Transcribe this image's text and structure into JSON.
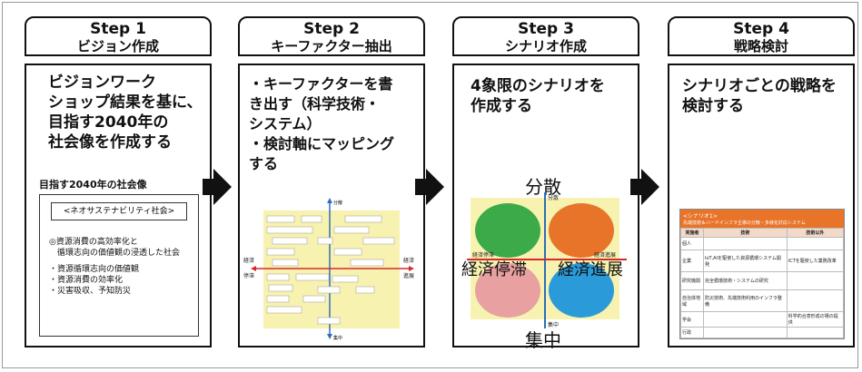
{
  "steps": [
    {
      "title": "Step 1",
      "subtitle": "ビジョン作成"
    },
    {
      "title": "Step 2",
      "subtitle": "キーファクター抽出"
    },
    {
      "title": "Step 3",
      "subtitle": "シナリオ作成"
    },
    {
      "title": "Step 4",
      "subtitle": "戦略検討"
    }
  ],
  "step1": {
    "lines": [
      "ビジョンワーク",
      "ショップ結果を基に、",
      "目指す2040年の",
      "社会像を作成する"
    ],
    "vision_title": "目指す2040年の社会像",
    "vision_box_label": "<ネオサステナビリティ社会>",
    "items": [
      "◎資源消費の高効率化と",
      "　循環志向の価値観の浸透した社会",
      "・資源循環志向の価値観",
      "・資源消費の効率化",
      "・災害吸収、予知防災"
    ]
  },
  "step2": {
    "lines": [
      "・キーファクターを書",
      "き出す（科学技術・",
      "システム）",
      "・検討軸にマッピング",
      "する"
    ],
    "axis_top": "分散",
    "axis_bottom": "集中",
    "axis_left": "経済\n停滞",
    "axis_right": "経済\n進展"
  },
  "step3": {
    "lines": [
      "4象限のシナリオを",
      "作成する"
    ],
    "axis_top": "分散",
    "axis_bottom": "集中",
    "axis_left": "経済停滞",
    "axis_right": "経済進展",
    "axis_top_small": "分散",
    "axis_bottom_small": "集中",
    "axis_left_small": "経済停滞",
    "axis_right_small": "経済進展"
  },
  "step4": {
    "lines": [
      "シナリオごとの戦略を",
      "検討する"
    ],
    "table_title": "<シナリオ1>",
    "table_subtitle": "先端技術＆ハードインフラ主導の分散・多様化対応システム",
    "table_headers": [
      "実施者",
      "技術",
      "技術以外"
    ],
    "table_rows": [
      [
        "個人",
        "",
        ""
      ],
      [
        "企業",
        "IoT,AIを駆使した資源循環システム開発",
        "ICTを駆使した業務改革"
      ],
      [
        "研究機関",
        "完全循環技術・システムの研究",
        ""
      ],
      [
        "自治体地域",
        "防災技術、先端技術利用のインフラ整備",
        ""
      ],
      [
        "学会",
        "",
        "科学的合意形成の場の提供"
      ],
      [
        "行政",
        "",
        ""
      ]
    ]
  },
  "colors": {
    "border": "#111111",
    "orange": "#E8742A",
    "green": "#3DAA4A",
    "blue": "#2A9BD8",
    "pink": "#E8A0A0",
    "yellow": "#F5EE9A",
    "axis_blue": "#2E6FB8",
    "axis_red": "#D62A2A"
  }
}
